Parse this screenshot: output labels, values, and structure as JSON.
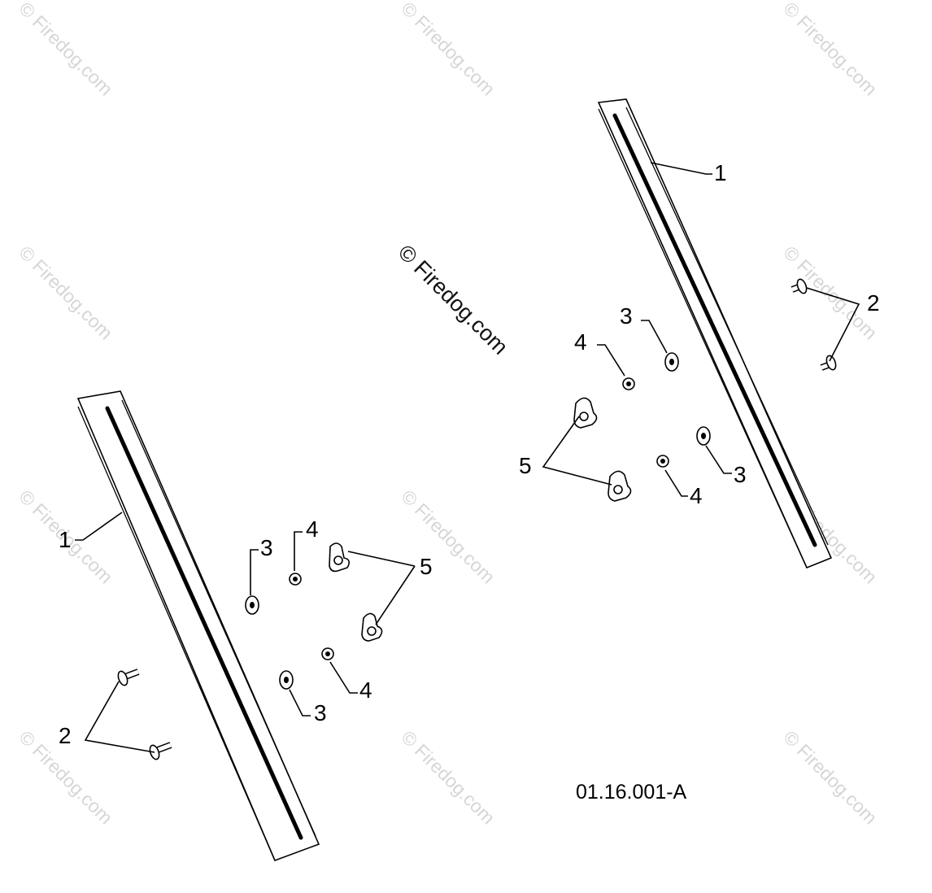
{
  "watermark": {
    "text": "© Firedog.com",
    "color": "#d6d6d6",
    "center_text": "© Firedog.com"
  },
  "diagram_code": "01.16.001-A",
  "callouts": {
    "rail": "1",
    "bolt": "2",
    "washer": "3",
    "nut": "4",
    "wing_nut": "5"
  },
  "parts": [
    {
      "number": "1",
      "part": "rail"
    },
    {
      "number": "2",
      "part": "carriage-bolt"
    },
    {
      "number": "3",
      "part": "flat-washer"
    },
    {
      "number": "4",
      "part": "hex-nut"
    },
    {
      "number": "5",
      "part": "wing-nut"
    }
  ]
}
